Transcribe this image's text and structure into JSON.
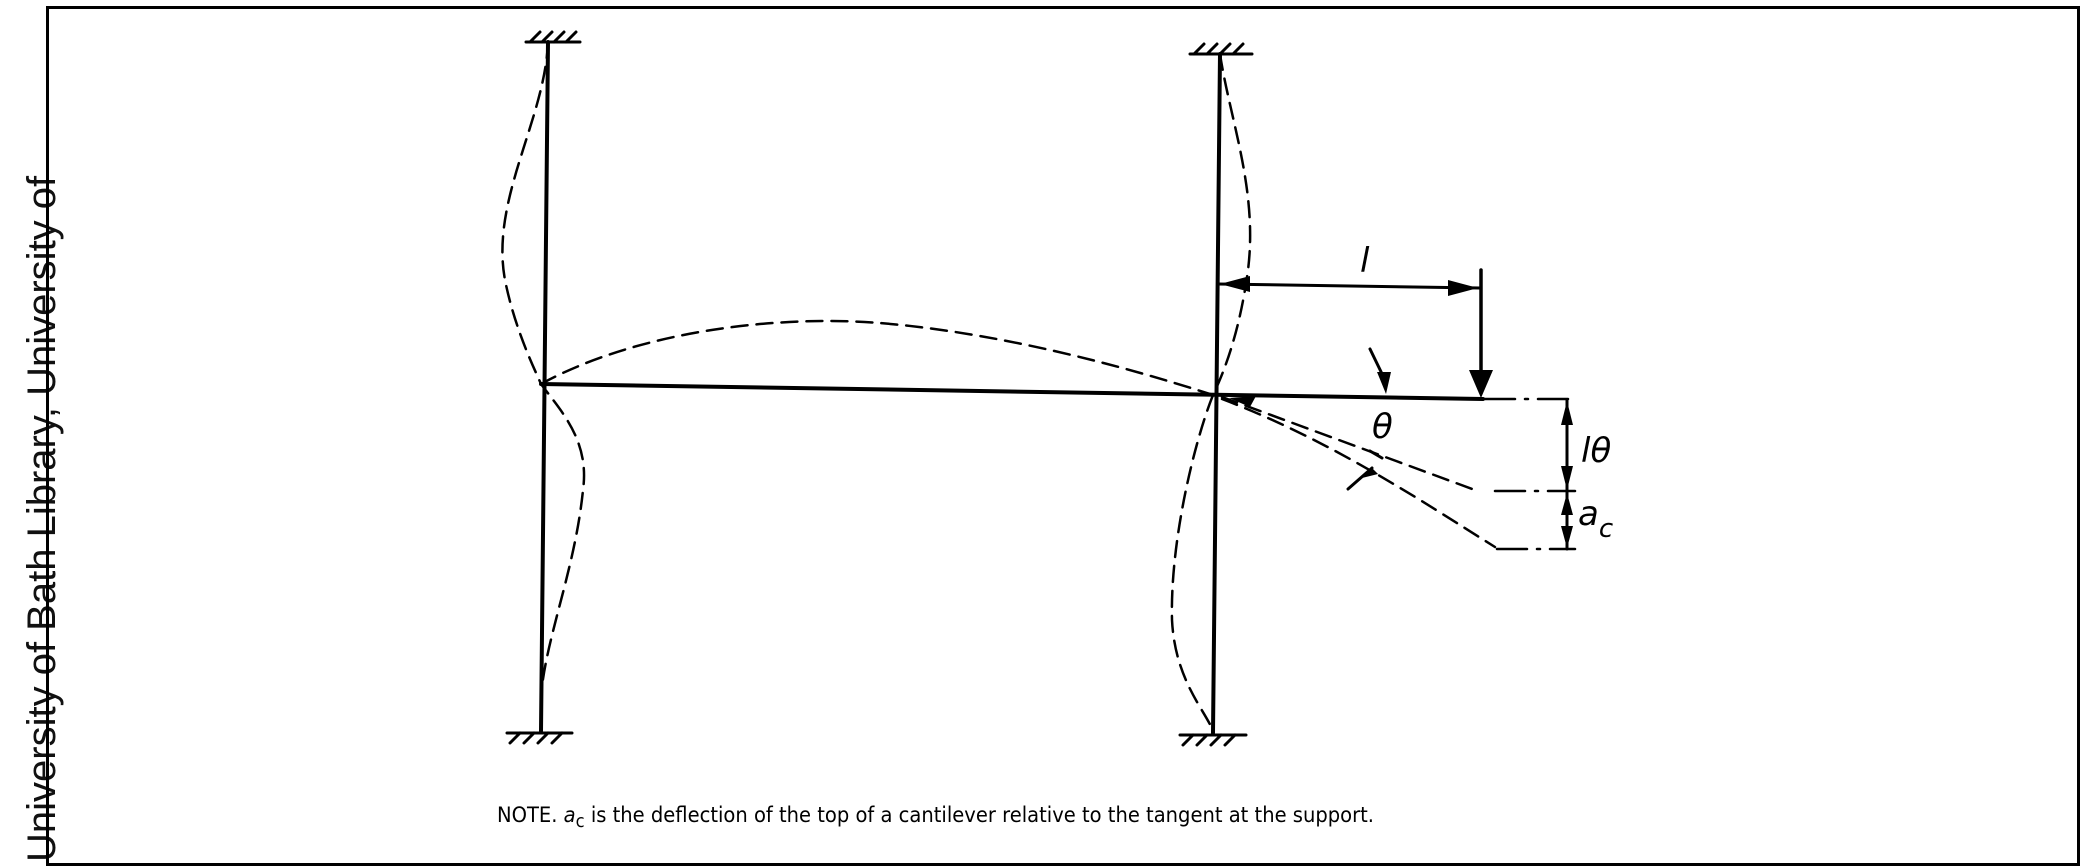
{
  "watermark": "University of Bath Library, University of",
  "labels": {
    "l": "l",
    "theta": "θ",
    "l_theta": "lθ",
    "a": "a",
    "c": "c"
  },
  "note": {
    "prefix": "NOTE.",
    "symbol": "a",
    "subscript": "c",
    "text": " is the deflection of the top of a cantilever relative to the tangent at the support."
  }
}
